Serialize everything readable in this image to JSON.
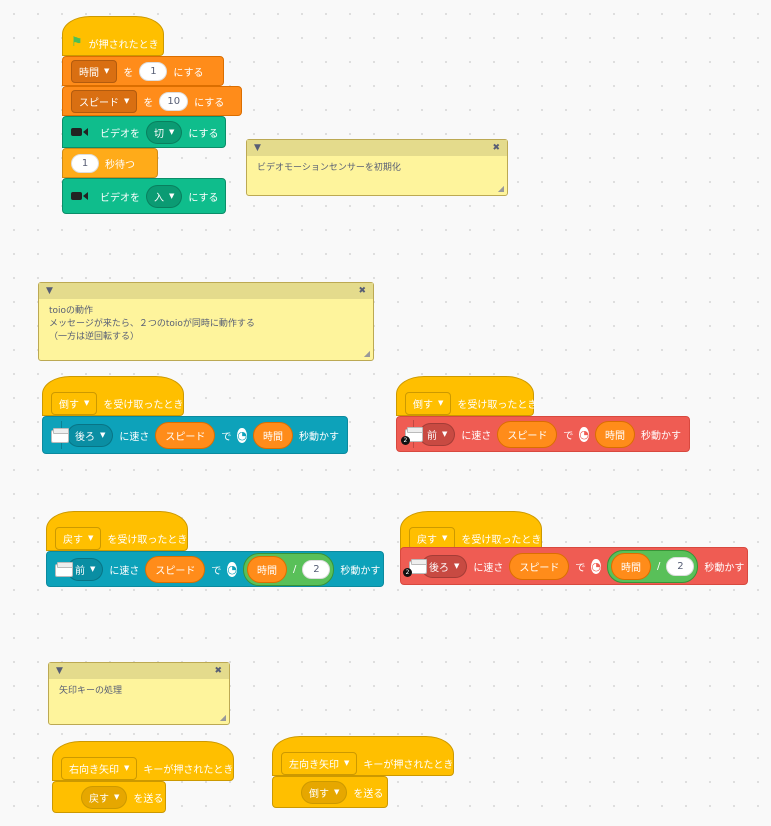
{
  "script1": {
    "hat_label": "が押されたとき",
    "var1": {
      "name": "時間",
      "mid": "を",
      "value": "1",
      "tail": "にする"
    },
    "var2": {
      "name": "スピード",
      "mid": "を",
      "value": "10",
      "tail": "にする"
    },
    "video_off": {
      "label": "ビデオを",
      "option": "切",
      "tail": "にする"
    },
    "wait": {
      "value": "1",
      "label": "秒待つ"
    },
    "video_on": {
      "label": "ビデオを",
      "option": "入",
      "tail": "にする"
    }
  },
  "comment1": {
    "text": "ビデオモーションセンサーを初期化"
  },
  "comment2": {
    "text": "toioの動作\nメッセージが来たら、２つのtoioが同時に動作する\n（一方は逆回転する）"
  },
  "comment3": {
    "text": "矢印キーの処理"
  },
  "recv_suffix": "を受け取ったとき",
  "motion": {
    "speed_label": "に速さ",
    "speed_var": "スピード",
    "de": "で",
    "time_var": "時間",
    "tail": "秒動かす",
    "divide": "/",
    "divisor": "2"
  },
  "recv_taosu_1": {
    "message": "倒す",
    "direction": "後ろ"
  },
  "recv_taosu_2": {
    "message": "倒す",
    "direction": "前",
    "badge": "2"
  },
  "recv_modosu_1": {
    "message": "戻す",
    "direction": "前"
  },
  "recv_modosu_2": {
    "message": "戻す",
    "direction": "後ろ",
    "badge": "2"
  },
  "key1": {
    "key": "右向き矢印",
    "label": "キーが押されたとき",
    "message": "戻す",
    "send": "を送る"
  },
  "key2": {
    "key": "左向き矢印",
    "label": "キーが押されたとき",
    "message": "倒す",
    "send": "を送る"
  },
  "colors": {
    "events": "#FFBF00",
    "variables": "#FF8C1A",
    "control": "#FFAB19",
    "video": "#0FBD8C",
    "toio_blue": "#0DA2BA",
    "toio_red": "#EF5C53",
    "operators": "#59C059",
    "comment": "#FEF49C"
  },
  "icons": [
    "green-flag-icon",
    "video-camera-icon",
    "toio-cube-icon",
    "clock-icon",
    "dropdown-caret-icon",
    "collapse-caret-icon",
    "close-icon",
    "resize-grip-icon"
  ]
}
